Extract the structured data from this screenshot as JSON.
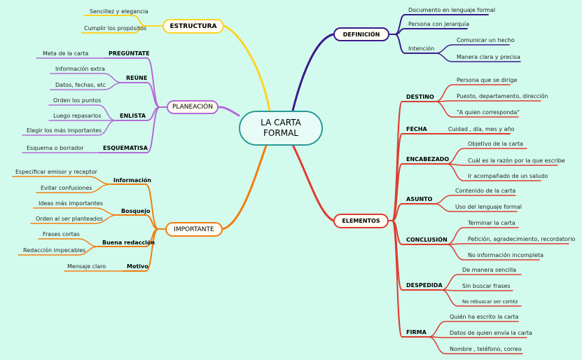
{
  "central": {
    "line1": "LA CARTA",
    "line2": "FORMAL"
  },
  "colors": {
    "estructura": "#ffd226",
    "definicion": "#3c1a8a",
    "planeacion": "#b46ad6",
    "importante": "#f47c0e",
    "elementos": "#e03a2e",
    "central": "#2a9a94"
  },
  "estructura": {
    "title": "ESTRUCTURA",
    "items": [
      "Sencillez y elegancia",
      "Cumplir los propósitos"
    ]
  },
  "definicion": {
    "title": "DEFINICIÓN",
    "items": [
      "Documento en lenguaje formal",
      "Persona con jerarquía"
    ],
    "intencion": {
      "label": "Intención",
      "items": [
        "Comunicar un hecho",
        "Manera clara y precisa"
      ]
    }
  },
  "planeacion": {
    "title": "PLANEACIÓN",
    "preguntate": {
      "label": "PREGÚNTATE",
      "items": [
        "Meta de la carta"
      ]
    },
    "reune": {
      "label": "REÚNE",
      "items": [
        "Información extra",
        "Datos, fechas, etc"
      ]
    },
    "enlista": {
      "label": "ENLISTA",
      "items": [
        "Orden los puntos",
        "Luego repasarlos",
        "Elegir los más importantes"
      ]
    },
    "esquematisa": {
      "label": "ESQUEMATISA",
      "items": [
        "Esquema o borrador"
      ]
    }
  },
  "importante": {
    "title": "IMPORTANTE",
    "informacion": {
      "label": "Información",
      "items": [
        "Especificar emisor y receptor",
        "Evitar confusiones"
      ]
    },
    "bosquejo": {
      "label": "Bosquejo",
      "items": [
        "Ideas más importantes",
        "Orden al ser planteados"
      ]
    },
    "buena": {
      "label": "Buena redacción",
      "items": [
        "Frases cortas",
        "Redacción impecables"
      ]
    },
    "motivo": {
      "label": "Motivo",
      "items": [
        "Mensaje claro"
      ]
    }
  },
  "elementos": {
    "title": "ELEMENTOS",
    "destino": {
      "label": "DESTINO",
      "items": [
        "Persona que se dirige",
        "Puesto, departamento, dirección",
        "\"A quien corresponda\""
      ]
    },
    "fecha": {
      "label": "FECHA",
      "items": [
        "Cuidad , día, mes y año"
      ]
    },
    "encabezado": {
      "label": "ENCABEZADO",
      "items": [
        "Objetivo de la carta",
        "Cuál es la razón por la que escribe",
        "Ir acompañado de un saludo"
      ]
    },
    "asunto": {
      "label": "ASUNTO",
      "items": [
        "Contenido de la carta",
        "Uso del lenguaje formal"
      ]
    },
    "conclusion": {
      "label": "CONCLUSIÓN",
      "items": [
        "Terminar la carta",
        "Petición, agradecimiento, recordatorio",
        "No información incompleta"
      ]
    },
    "despedida": {
      "label": "DESPEDIDA",
      "items": [
        "De manera sencilla",
        "Sin buscar frases",
        "No rebuscar ser cortéz"
      ]
    },
    "firma": {
      "label": "FIRMA",
      "items": [
        "Quién ha escrito la carta",
        "Datos de quien envía la carta",
        "Nombre , teléfono, correo"
      ]
    }
  }
}
